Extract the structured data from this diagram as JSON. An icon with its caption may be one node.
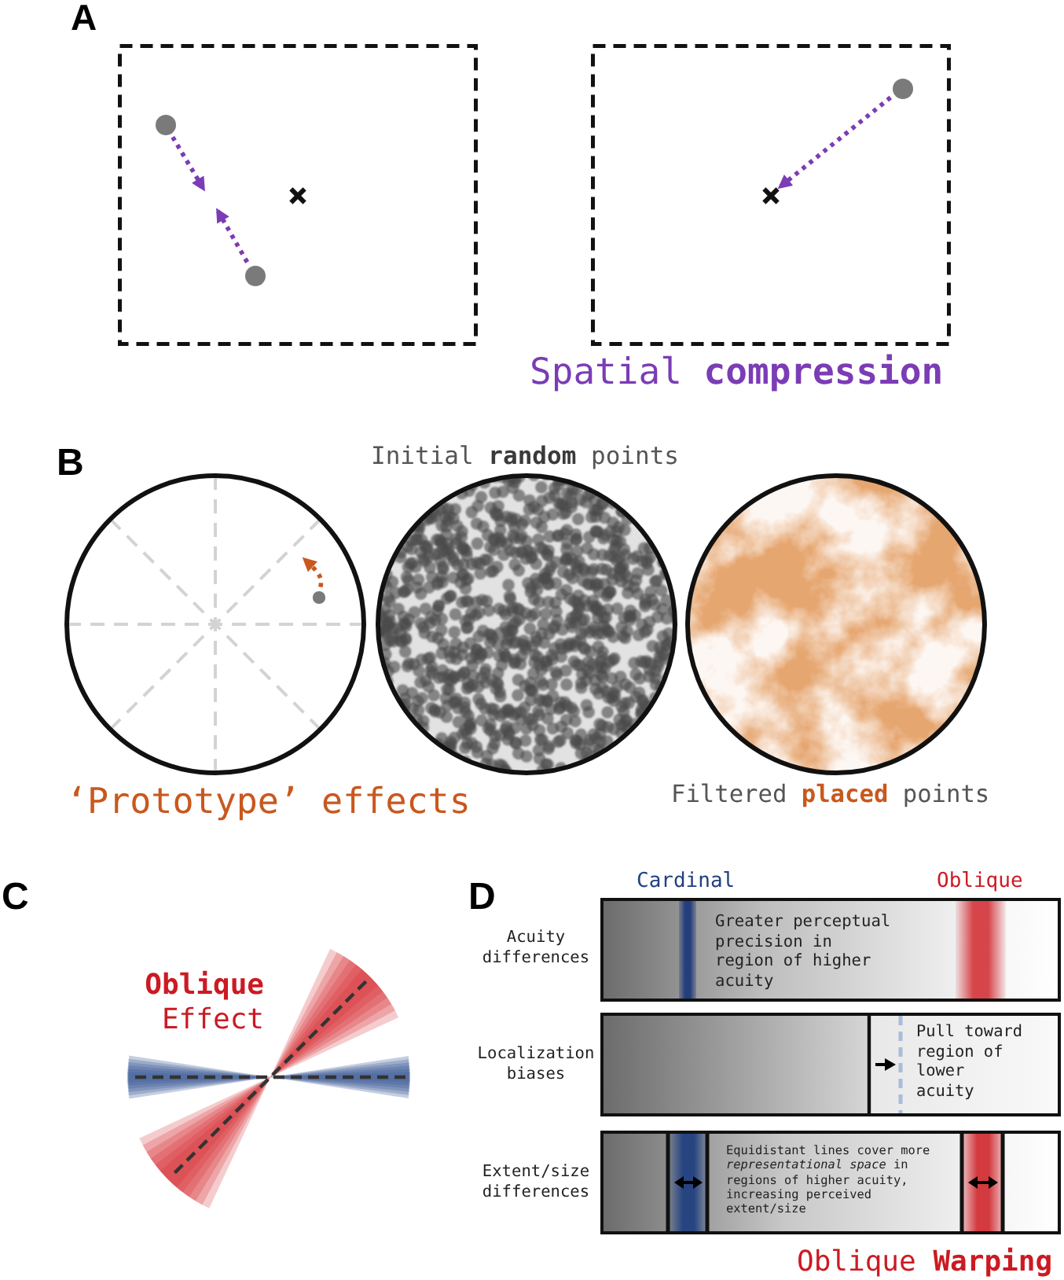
{
  "diagram": {
    "nodes": [
      {
        "text": [],
        "shape": "box"
      },
      {
        "text": [],
        "shape": "circle",
        "in": 0
      },
      {
        "text": [],
        "shape": "circle",
        "in": 0
      },
      {
        "text": [],
        "shape": "cross",
        "in": 0
      },
      {
        "text": [],
        "shape": "box"
      },
      {
        "text": [],
        "shape": "circle",
        "in": 4
      },
      {
        "text": [],
        "shape": "cross",
        "in": 4
      },
      {
        "text": [],
        "shape": "circle",
        "beside": [
          "‘Prototype’ effects"
        ]
      },
      {
        "text": [],
        "shape": "circle",
        "in": 7
      },
      {
        "text": [],
        "shape": "circle",
        "beside": [
          "Initial **random** points"
        ]
      },
      {
        "text": [],
        "shape": "circle",
        "beside": [
          "Filtered **placed** points"
        ]
      },
      {
        "text": [
          "Greater perceptual precision in region of higher acuity"
        ],
        "beside": [
          "Acuity differences"
        ]
      },
      {
        "text": [
          "Pull toward region of lower acuity"
        ],
        "beside": [
          "Localization biases"
        ]
      },
      {
        "text": [
          "Equidistant lines cover more *representational space* in regions of higher acuity, increasing perceived extent/size"
        ],
        "beside": [
          "Extent/size differences"
        ]
      }
    ],
    "edges": [
      {
        "from": 1,
        "to": null,
        "arrow": "to",
        "style": "dashed"
      },
      {
        "from": 2,
        "to": null,
        "arrow": "to",
        "style": "dashed"
      },
      {
        "from": 5,
        "to": 6,
        "arrow": "to",
        "style": "dashed"
      },
      {
        "from": 8,
        "to": null,
        "arrow": "to",
        "style": "dashed",
        "color": "#c9581e"
      }
    ],
    "labels": [
      "A",
      "Spatial **compression**",
      "B",
      "C",
      "**Oblique** Effect",
      "D",
      "Cardinal",
      "Oblique",
      "Oblique **Warping**"
    ]
  }
}
